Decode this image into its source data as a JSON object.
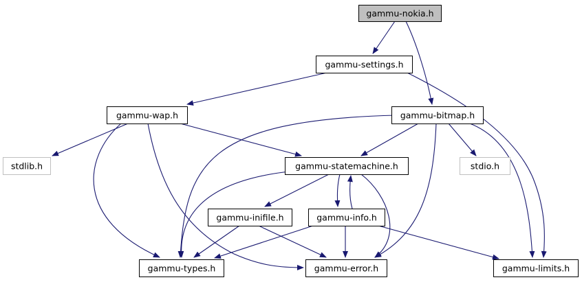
{
  "colors": {
    "edge": "#191970",
    "node_border": "#000000",
    "node_border_system": "#bfbfbf",
    "node_fill": "#ffffff",
    "node_fill_root": "#bfbfbf",
    "text": "#000000",
    "text_system": "#7f7f7f"
  },
  "nodes": [
    {
      "id": "nokia",
      "label": "gammu-nokia.h",
      "style": "root"
    },
    {
      "id": "settings",
      "label": "gammu-settings.h",
      "style": "normal"
    },
    {
      "id": "wap",
      "label": "gammu-wap.h",
      "style": "normal"
    },
    {
      "id": "bitmap",
      "label": "gammu-bitmap.h",
      "style": "normal"
    },
    {
      "id": "stdlib",
      "label": "stdlib.h",
      "style": "system"
    },
    {
      "id": "statemachine",
      "label": "gammu-statemachine.h",
      "style": "normal"
    },
    {
      "id": "stdio",
      "label": "stdio.h",
      "style": "system"
    },
    {
      "id": "inifile",
      "label": "gammu-inifile.h",
      "style": "normal"
    },
    {
      "id": "info",
      "label": "gammu-info.h",
      "style": "normal"
    },
    {
      "id": "types",
      "label": "gammu-types.h",
      "style": "normal"
    },
    {
      "id": "error",
      "label": "gammu-error.h",
      "style": "normal"
    },
    {
      "id": "limits",
      "label": "gammu-limits.h",
      "style": "normal"
    }
  ],
  "edges": [
    {
      "from": "nokia",
      "to": "settings"
    },
    {
      "from": "nokia",
      "to": "bitmap"
    },
    {
      "from": "settings",
      "to": "wap"
    },
    {
      "from": "settings",
      "to": "limits"
    },
    {
      "from": "wap",
      "to": "stdlib"
    },
    {
      "from": "wap",
      "to": "statemachine"
    },
    {
      "from": "wap",
      "to": "types"
    },
    {
      "from": "wap",
      "to": "error"
    },
    {
      "from": "bitmap",
      "to": "statemachine"
    },
    {
      "from": "bitmap",
      "to": "stdio"
    },
    {
      "from": "bitmap",
      "to": "types"
    },
    {
      "from": "bitmap",
      "to": "error"
    },
    {
      "from": "bitmap",
      "to": "limits"
    },
    {
      "from": "statemachine",
      "to": "inifile"
    },
    {
      "from": "statemachine",
      "to": "info"
    },
    {
      "from": "statemachine",
      "to": "types"
    },
    {
      "from": "statemachine",
      "to": "error"
    },
    {
      "from": "info",
      "to": "statemachine"
    },
    {
      "from": "inifile",
      "to": "types"
    },
    {
      "from": "inifile",
      "to": "error"
    },
    {
      "from": "info",
      "to": "types"
    },
    {
      "from": "info",
      "to": "error"
    },
    {
      "from": "info",
      "to": "limits"
    }
  ]
}
